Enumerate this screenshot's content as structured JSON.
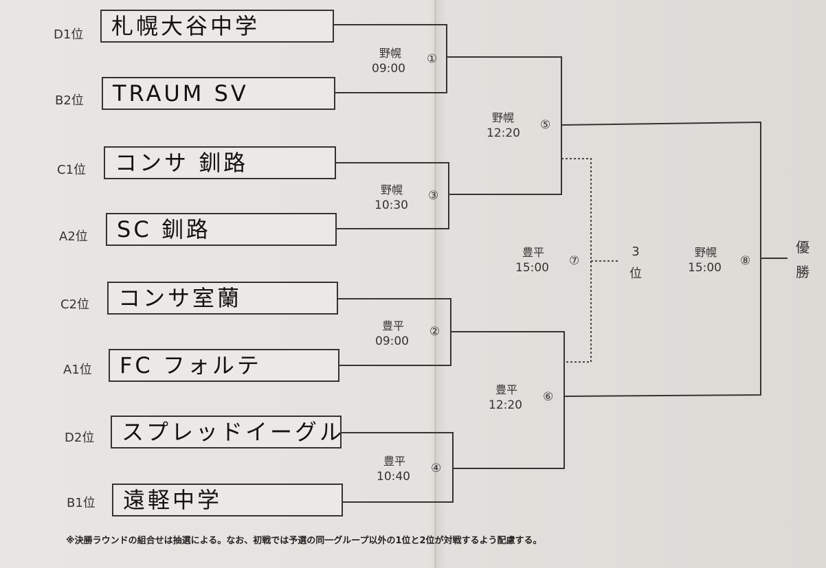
{
  "teams": [
    {
      "seed": "D1位",
      "name": "札幌大谷中学"
    },
    {
      "seed": "B2位",
      "name": "TRAUM SV"
    },
    {
      "seed": "C1位",
      "name": "コンサ 釧路"
    },
    {
      "seed": "A2位",
      "name": "SC 釧路"
    },
    {
      "seed": "C2位",
      "name": "コンサ室蘭"
    },
    {
      "seed": "A1位",
      "name": "FC フォルテ"
    },
    {
      "seed": "D2位",
      "name": "スプレッドイーグル"
    },
    {
      "seed": "B1位",
      "name": "遠軽中学"
    }
  ],
  "matches": [
    {
      "num": "①",
      "venue": "野幌",
      "time": "09:00"
    },
    {
      "num": "③",
      "venue": "野幌",
      "time": "10:30"
    },
    {
      "num": "②",
      "venue": "豊平",
      "time": "09:00"
    },
    {
      "num": "④",
      "venue": "豊平",
      "time": "10:40"
    },
    {
      "num": "⑤",
      "venue": "野幌",
      "time": "12:20"
    },
    {
      "num": "⑥",
      "venue": "豊平",
      "time": "12:20"
    },
    {
      "num": "⑦",
      "venue": "豊平",
      "time": "15:00"
    },
    {
      "num": "⑧",
      "venue": "野幌",
      "time": "15:00"
    }
  ],
  "third_place": {
    "line1": "3",
    "line2": "位"
  },
  "champion": {
    "line1": "優",
    "line2": "勝"
  },
  "footnote": "※決勝ラウンドの組合せは抽選による。なお、初戦では予選の同一グループ以外の1位と2位が対戦するよう配慮する。"
}
